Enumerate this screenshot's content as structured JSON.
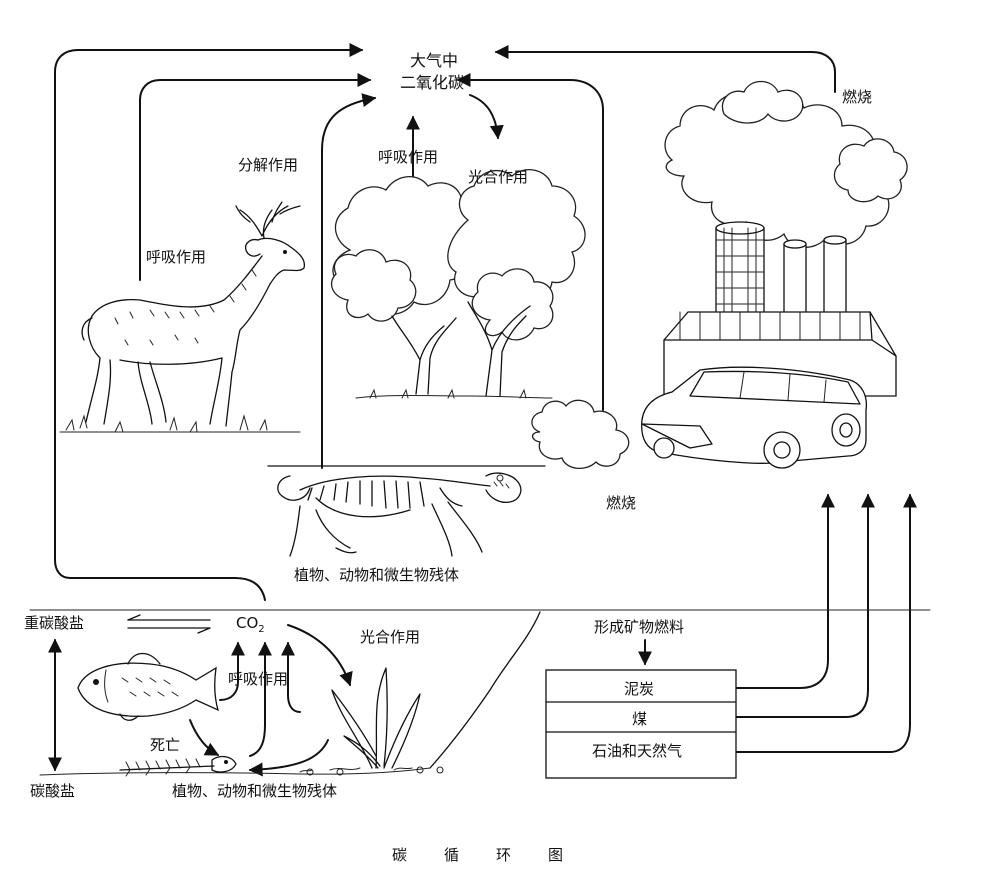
{
  "labels": {
    "atmosphere_line1": "大气中",
    "atmosphere_line2": "二氧化碳",
    "decomposition": "分解作用",
    "respiration_animal": "呼吸作用",
    "respiration_plant": "呼吸作用",
    "photosynthesis_land": "光合作用",
    "combustion_factory": "燃烧",
    "combustion_car": "燃烧",
    "remains_land": "植物、动物和微生物残体",
    "bicarbonate": "重碳酸盐",
    "co2_water": "CO",
    "co2_subscript": "2",
    "photosynthesis_water": "光合作用",
    "respiration_water": "呼吸作用",
    "death": "死亡",
    "carbonate": "碳酸盐",
    "remains_water": "植物、动物和微生物残体",
    "fossil_formation": "形成矿物燃料",
    "peat": "泥炭",
    "coal": "煤",
    "oil_gas": "石油和天然气"
  },
  "caption": [
    "碳",
    "循",
    "环",
    "图"
  ],
  "icons": [
    "deer-illustration",
    "trees-illustration",
    "factory-illustration",
    "car-illustration",
    "skeleton-illustration",
    "fish-illustration",
    "seaweed-illustration",
    "fish-skeleton-illustration"
  ]
}
